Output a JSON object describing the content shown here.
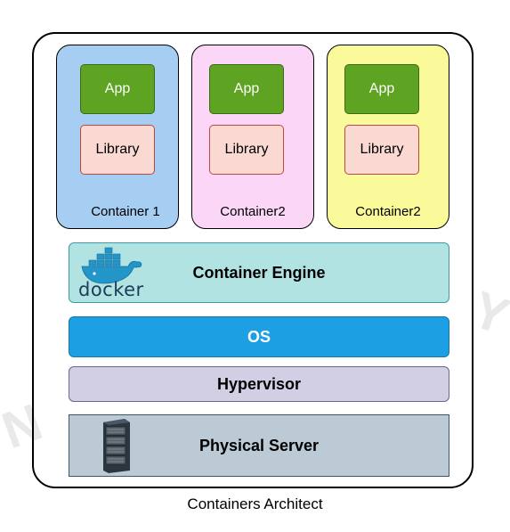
{
  "containers": [
    {
      "app": "App",
      "library": "Library",
      "label": "Container 1",
      "color": "#a6cdf2"
    },
    {
      "app": "App",
      "library": "Library",
      "label": "Container2",
      "color": "#fbd6f6"
    },
    {
      "app": "App",
      "library": "Library",
      "label": "Container2",
      "color": "#fafa9a"
    }
  ],
  "engine": {
    "label": "Container Engine",
    "logo_text": "docker",
    "color": "#b2e3e3"
  },
  "os": {
    "label": "OS",
    "color": "#1c9fe3"
  },
  "hypervisor": {
    "label": "Hypervisor",
    "color": "#d2cfe5"
  },
  "physical": {
    "label": "Physical Server",
    "color": "#bccad5"
  },
  "caption": "Containers Architect",
  "icons": [
    "docker-whale-icon",
    "server-rack-icon"
  ]
}
